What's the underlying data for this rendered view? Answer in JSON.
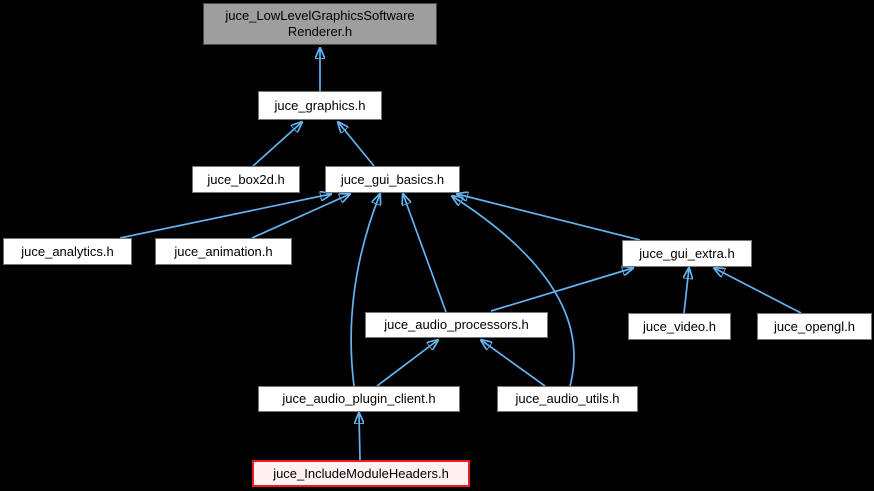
{
  "diagram": {
    "kind": "doxygen-included-by-dependency-graph",
    "background_color": "#000000",
    "edge_color": "#63B4F0",
    "colors": {
      "node_fill": "#ffffff",
      "node_border": "#757575",
      "current_node_fill": "#9e9e9e",
      "current_node_border": "#4a4a4a",
      "highlighted_node_fill": "#fff1f1",
      "highlighted_node_border": "#ee1c1c",
      "text": "#000000"
    },
    "nodes": [
      {
        "id": "juce_LowLevelGraphicsSoftwareRenderer.h",
        "label": "juce_LowLevelGraphicsSoftware\nRenderer.h",
        "type": "current"
      },
      {
        "id": "juce_graphics.h",
        "label": "juce_graphics.h",
        "type": "normal"
      },
      {
        "id": "juce_box2d.h",
        "label": "juce_box2d.h",
        "type": "normal"
      },
      {
        "id": "juce_gui_basics.h",
        "label": "juce_gui_basics.h",
        "type": "normal"
      },
      {
        "id": "juce_analytics.h",
        "label": "juce_analytics.h",
        "type": "normal"
      },
      {
        "id": "juce_animation.h",
        "label": "juce_animation.h",
        "type": "normal"
      },
      {
        "id": "juce_gui_extra.h",
        "label": "juce_gui_extra.h",
        "type": "normal"
      },
      {
        "id": "juce_audio_processors.h",
        "label": "juce_audio_processors.h",
        "type": "normal"
      },
      {
        "id": "juce_video.h",
        "label": "juce_video.h",
        "type": "normal"
      },
      {
        "id": "juce_opengl.h",
        "label": "juce_opengl.h",
        "type": "normal"
      },
      {
        "id": "juce_audio_plugin_client.h",
        "label": "juce_audio_plugin_client.h",
        "type": "normal"
      },
      {
        "id": "juce_audio_utils.h",
        "label": "juce_audio_utils.h",
        "type": "normal"
      },
      {
        "id": "juce_IncludeModuleHeaders.h",
        "label": "juce_IncludeModuleHeaders.h",
        "type": "highlighted"
      }
    ],
    "edges": [
      {
        "from": "juce_graphics.h",
        "to": "juce_LowLevelGraphicsSoftwareRenderer.h"
      },
      {
        "from": "juce_box2d.h",
        "to": "juce_graphics.h"
      },
      {
        "from": "juce_gui_basics.h",
        "to": "juce_graphics.h"
      },
      {
        "from": "juce_analytics.h",
        "to": "juce_gui_basics.h"
      },
      {
        "from": "juce_animation.h",
        "to": "juce_gui_basics.h"
      },
      {
        "from": "juce_gui_extra.h",
        "to": "juce_gui_basics.h"
      },
      {
        "from": "juce_audio_processors.h",
        "to": "juce_gui_basics.h"
      },
      {
        "from": "juce_audio_plugin_client.h",
        "to": "juce_gui_basics.h"
      },
      {
        "from": "juce_audio_utils.h",
        "to": "juce_gui_basics.h"
      },
      {
        "from": "juce_audio_processors.h",
        "to": "juce_gui_extra.h"
      },
      {
        "from": "juce_video.h",
        "to": "juce_gui_extra.h"
      },
      {
        "from": "juce_opengl.h",
        "to": "juce_gui_extra.h"
      },
      {
        "from": "juce_audio_plugin_client.h",
        "to": "juce_audio_processors.h"
      },
      {
        "from": "juce_audio_utils.h",
        "to": "juce_audio_processors.h"
      },
      {
        "from": "juce_IncludeModuleHeaders.h",
        "to": "juce_audio_plugin_client.h"
      }
    ]
  }
}
